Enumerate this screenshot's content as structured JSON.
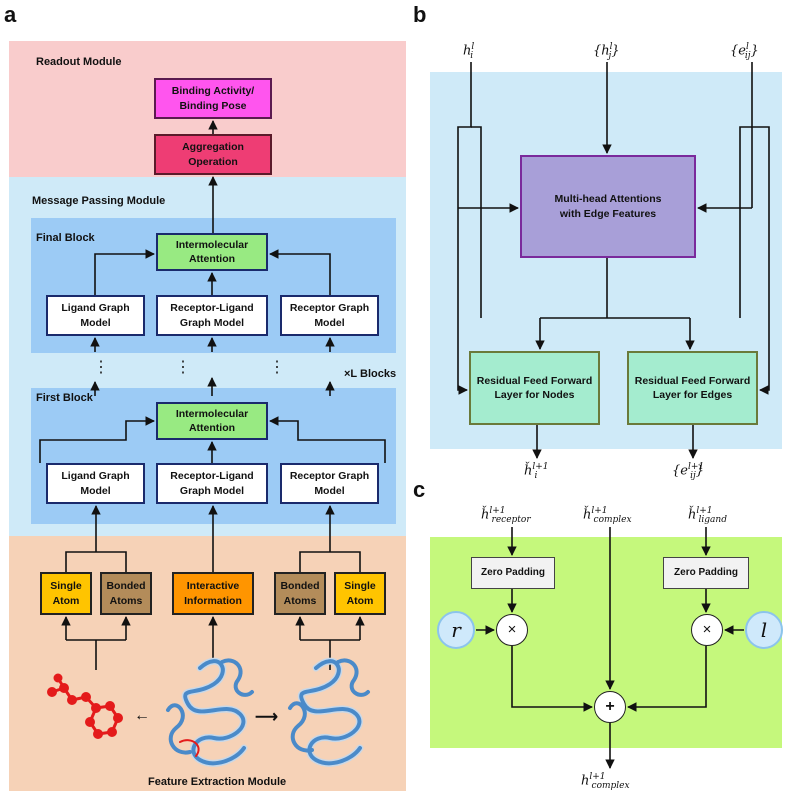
{
  "panel_a": {
    "letter": "a",
    "readout": {
      "title": "Readout Module",
      "binding_box": "Binding Activity/\nBinding Pose",
      "aggregation_box": "Aggregation\nOperation"
    },
    "message_passing": {
      "title": "Message Passing Module",
      "final_block": {
        "title": "Final Block",
        "attention": "Intermolecular\nAttention",
        "ligand_model": "Ligand Graph\nModel",
        "receptor_ligand_model": "Receptor-Ligand\nGraph Model",
        "receptor_model": "Receptor Graph\nModel"
      },
      "dots": "⋮",
      "blocks_label": "×L Blocks",
      "first_block": {
        "title": "First Block",
        "attention": "Intermolecular\nAttention",
        "ligand_model": "Ligand Graph\nModel",
        "receptor_ligand_model": "Receptor-Ligand\nGraph Model",
        "receptor_model": "Receptor Graph\nModel"
      }
    },
    "feature_extraction": {
      "title": "Feature Extraction Module",
      "single_atom_left": "Single\nAtom",
      "bonded_atoms_left": "Bonded\nAtoms",
      "interactive_information": "Interactive\nInformation",
      "bonded_atoms_right": "Bonded\nAtoms",
      "single_atom_right": "Single\nAtom",
      "arrow_left": "←",
      "arrow_right": "⟶"
    }
  },
  "panel_b": {
    "letter": "b",
    "inputs": {
      "h_i": "h",
      "h_i_sup": "l",
      "h_i_sub": "i",
      "h_j": "{h",
      "h_j_sup": "l",
      "h_j_sub": "j",
      "h_j_close": "}",
      "e_ij": "{e",
      "e_ij_sup": "l",
      "e_ij_sub": "ij",
      "e_ij_close": "}"
    },
    "attention_box": "Multi-head Attentions\nwith Edge Features",
    "node_ffn": "Residual Feed Forward\nLayer for Nodes",
    "edge_ffn": "Residual Feed Forward\nLayer for Edges",
    "outputs": {
      "h_out": "ȟ",
      "h_out_sup": "l+1",
      "h_out_sub": "i",
      "e_out": "{e",
      "e_out_sup": "l+1",
      "e_out_sub": "ij",
      "e_out_close": "}"
    }
  },
  "panel_c": {
    "letter": "c",
    "inputs": {
      "receptor": "ȟ",
      "receptor_sup": "l+1",
      "receptor_sub": "receptor",
      "complex": "ȟ",
      "complex_sup": "l+1",
      "complex_sub": "complex",
      "ligand": "ȟ",
      "ligand_sup": "l+1",
      "ligand_sub": "ligand"
    },
    "zero_padding_left": "Zero Padding",
    "zero_padding_right": "Zero Padding",
    "r_symbol": "r",
    "l_symbol": "l",
    "times": "×",
    "plus": "+",
    "output": "h",
    "output_sup": "l+1",
    "output_sub": "complex"
  },
  "colors": {
    "readout_bg": "#f9cccc",
    "message_bg": "#cfeaf8",
    "block_bg": "#9ccbf5",
    "feature_bg": "#f6d2b7",
    "binding": "#ff55ee",
    "aggregation": "#ee3d74",
    "attention_green": "#98ea82",
    "yellow_box": "#ffc400",
    "brown_box": "#b38c5a",
    "orange_box": "#ff9500",
    "b_bg": "#cfeaf8",
    "b_attention": "#a89fd8",
    "b_ffn": "#a4eccf",
    "c_bg": "#c5f87c",
    "protein": "#4a8ac9",
    "ligand_red": "#e41b1b"
  }
}
